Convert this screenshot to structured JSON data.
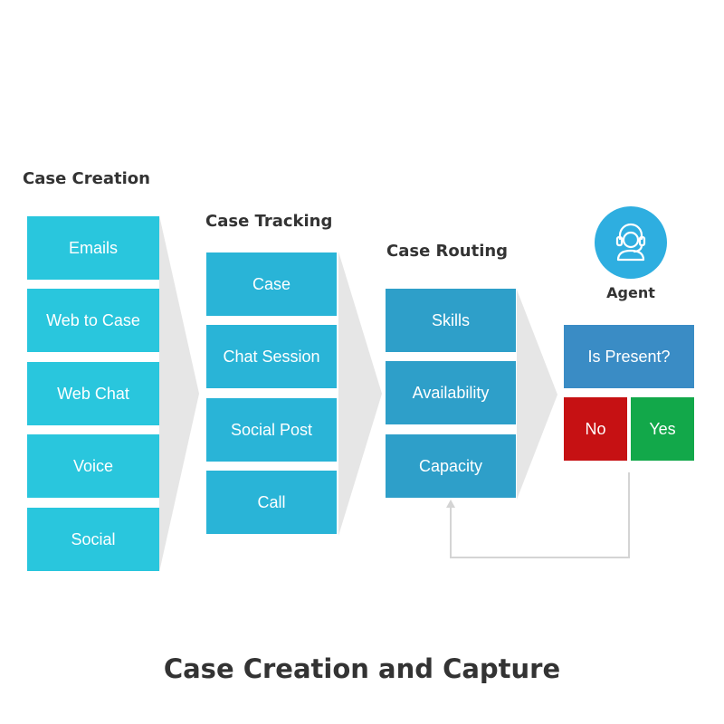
{
  "title": "Case Creation and Capture",
  "colors": {
    "creation": "#29c6dd",
    "tracking": "#29b4d7",
    "routing": "#2e9fc9",
    "agent_present": "#3a8cc5",
    "no": "#c61113",
    "yes": "#12a84a",
    "chevron": "#e6e6e6",
    "connector": "#d4d4d4",
    "heading_text": "#333333"
  },
  "columns": [
    {
      "heading": "Case Creation",
      "items": [
        "Emails",
        "Web to Case",
        "Web Chat",
        "Voice",
        "Social"
      ]
    },
    {
      "heading": "Case Tracking",
      "items": [
        "Case",
        "Chat Session",
        "Social Post",
        "Call"
      ]
    },
    {
      "heading": "Case Routing",
      "items": [
        "Skills",
        "Availability",
        "Capacity"
      ]
    }
  ],
  "agent": {
    "label": "Agent",
    "icon": "agent-headset-icon",
    "question": "Is Present?",
    "no": "No",
    "yes": "Yes"
  }
}
